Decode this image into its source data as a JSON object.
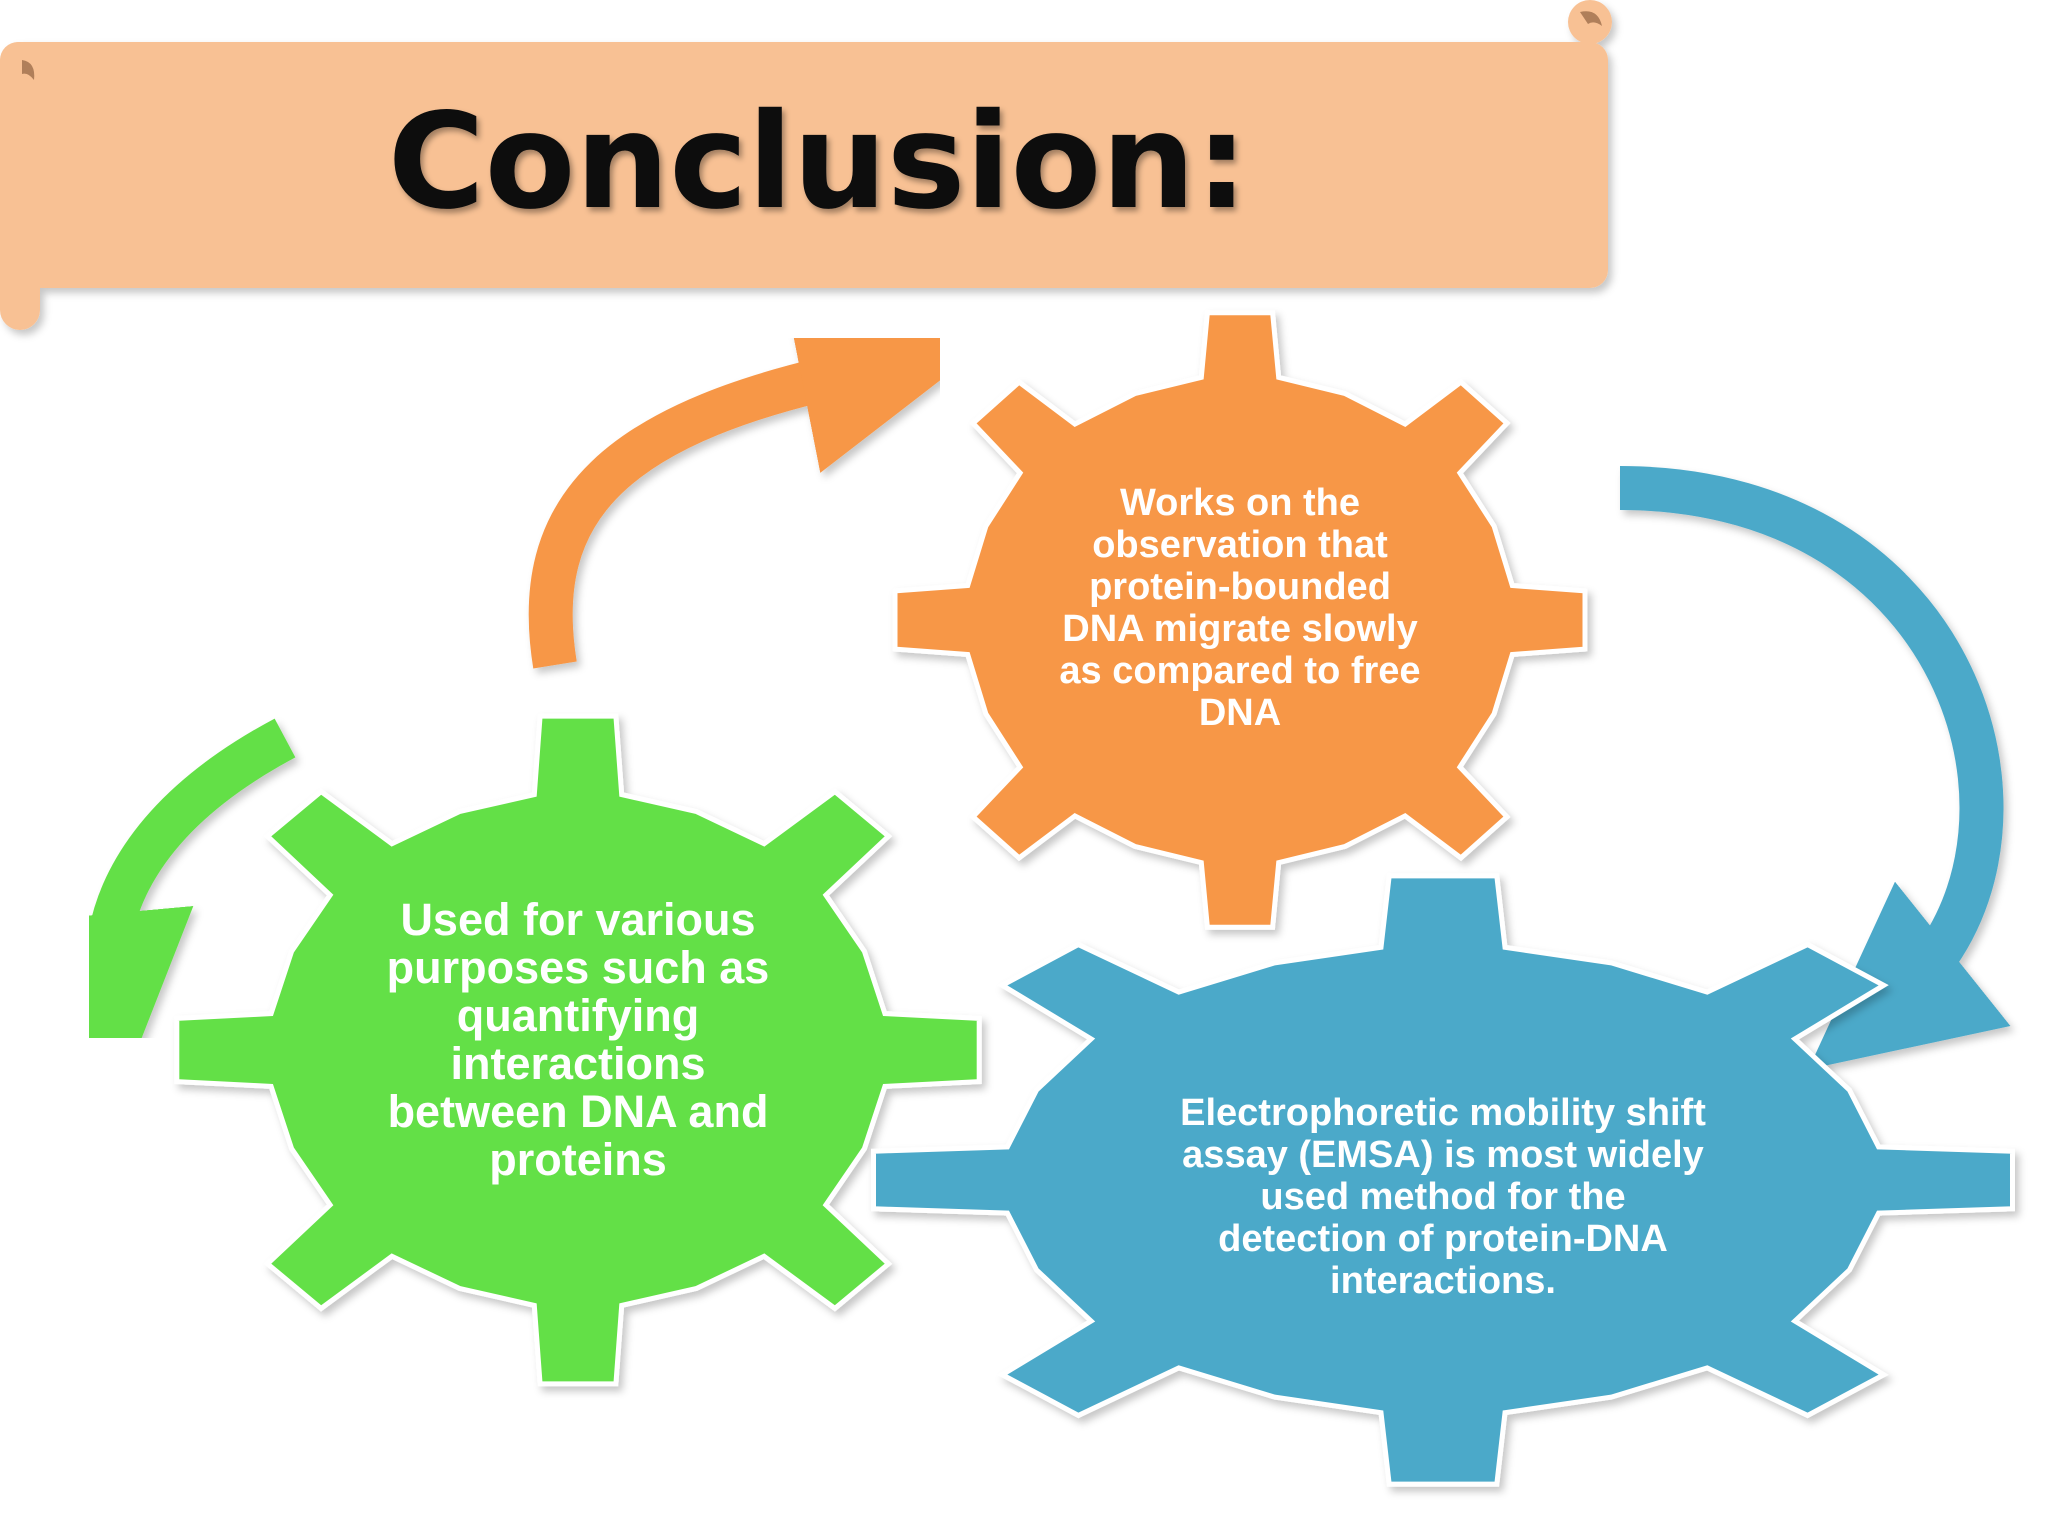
{
  "title": "Conclusion:",
  "colors": {
    "banner": "#f8c194",
    "green": "#63e047",
    "orange": "#f79746",
    "blue": "#4ca9c9",
    "title_text": "#111111",
    "gear_text": "#ffffff"
  },
  "gears": {
    "green": {
      "lines": [
        "Used for various",
        "purposes such as",
        "quantifying",
        "interactions",
        "between DNA and",
        "proteins"
      ]
    },
    "orange": {
      "lines": [
        "Works on the",
        "observation that",
        "protein-bounded",
        "DNA migrate slowly",
        "as compared to free",
        "DNA"
      ]
    },
    "blue": {
      "lines": [
        "Electrophoretic mobility shift",
        "assay (EMSA) is most widely",
        "used method for the",
        "detection of protein-DNA",
        "interactions."
      ]
    }
  }
}
